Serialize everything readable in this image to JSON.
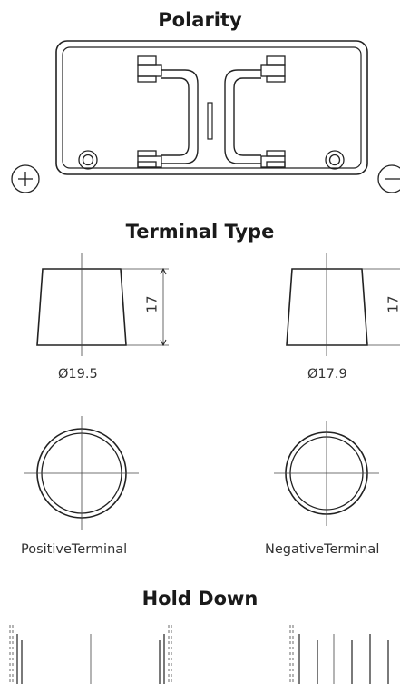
{
  "polarity": {
    "title": "Polarity",
    "positive_symbol": "+",
    "negative_symbol": "−"
  },
  "terminal_type": {
    "title": "Terminal Type",
    "positive": {
      "diameter_label": "Ø19.5",
      "height_label": "17",
      "caption": "PositiveTerminal"
    },
    "negative": {
      "diameter_label": "Ø17.9",
      "height_label": "17",
      "caption": "NegativeTerminal"
    }
  },
  "hold_down": {
    "title": "Hold Down"
  },
  "colors": {
    "line": "#222222",
    "background": "#ffffff"
  }
}
